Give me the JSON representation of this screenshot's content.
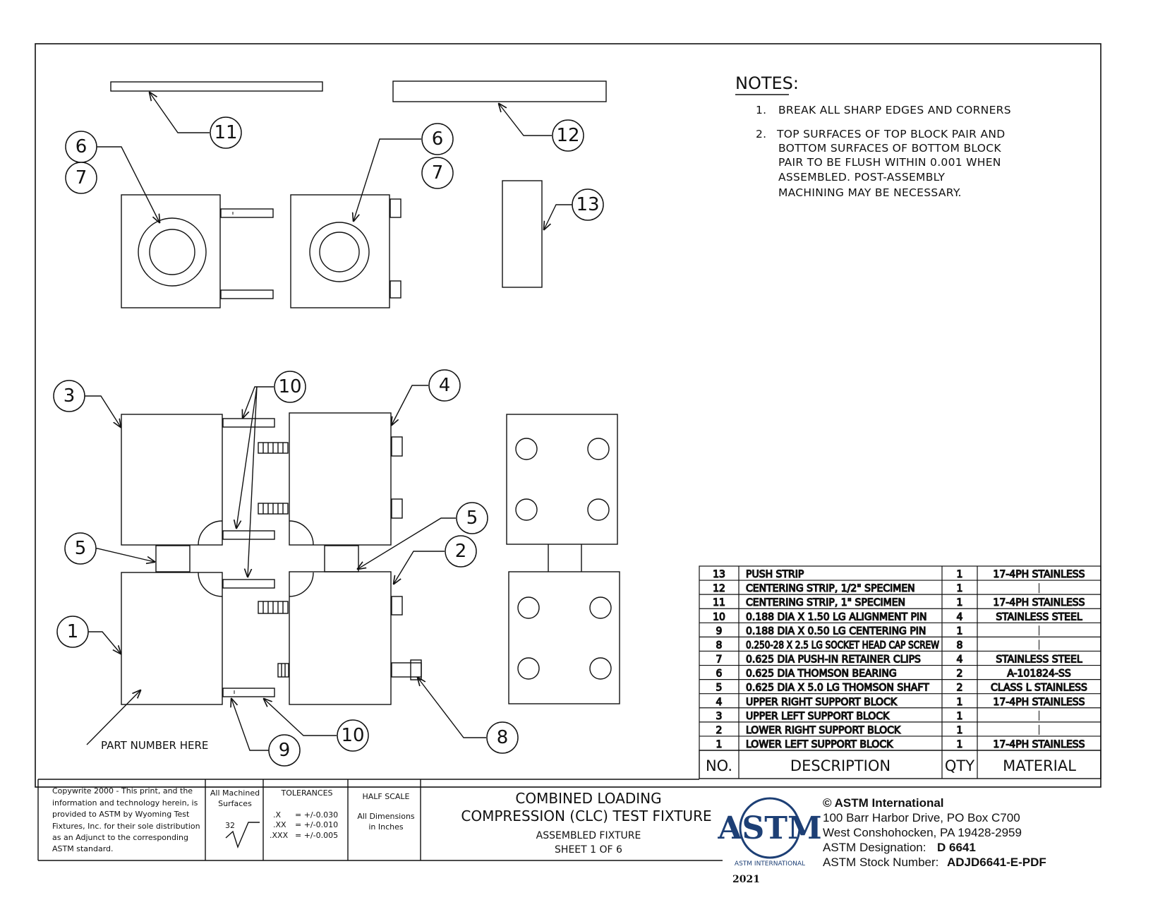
{
  "notes": {
    "title": "NOTES:",
    "items": [
      {
        "num": "1.",
        "lines": [
          "BREAK ALL SHARP EDGES AND CORNERS"
        ]
      },
      {
        "num": "2.",
        "lines": [
          "TOP SURFACES  OF TOP BLOCK PAIR AND",
          "BOTTOM SURFACES OF BOTTOM BLOCK",
          "PAIR TO BE FLUSH WITHIN 0.001 WHEN",
          "ASSEMBLED.  POST-ASSEMBLY",
          " MACHINING MAY BE NECESSARY."
        ]
      }
    ]
  },
  "balloons": {
    "b11": "11",
    "b12": "12",
    "b6a": "6",
    "b7a": "7",
    "b6b": "6",
    "b7b": "7",
    "b13": "13",
    "b3": "3",
    "b10a": "10",
    "b4": "4",
    "b5a": "5",
    "b2": "2",
    "b5b": "5",
    "b1": "1",
    "b10b": "10",
    "b9": "9",
    "b8": "8"
  },
  "part_number_label": "PART NUMBER HERE",
  "bom": {
    "header": {
      "no": "NO.",
      "description": "DESCRIPTION",
      "qty": "QTY",
      "material": "MATERIAL"
    },
    "rows": [
      {
        "no": "13",
        "description": "PUSH STRIP",
        "qty": "1",
        "material": "17-4PH STAINLESS"
      },
      {
        "no": "12",
        "description": "CENTERING STRIP, 1/2\" SPECIMEN",
        "qty": "1",
        "material": ""
      },
      {
        "no": "11",
        "description": "CENTERING STRIP, 1\" SPECIMEN",
        "qty": "1",
        "material": "17-4PH STAINLESS"
      },
      {
        "no": "10",
        "description": "0.188 DIA X 1.50 LG ALIGNMENT PIN",
        "qty": "4",
        "material": "STAINLESS STEEL"
      },
      {
        "no": "9",
        "description": "0.188 DIA X 0.50 LG CENTERING PIN",
        "qty": "1",
        "material": ""
      },
      {
        "no": "8",
        "description": "0.250-28 X 2.5 LG SOCKET HEAD CAP SCREW",
        "qty": "8",
        "material": ""
      },
      {
        "no": "7",
        "description": "0.625 DIA PUSH-IN RETAINER CLIPS",
        "qty": "4",
        "material": "STAINLESS STEEL"
      },
      {
        "no": "6",
        "description": "0.625 DIA THOMSON BEARING",
        "qty": "2",
        "material": "A-101824-SS"
      },
      {
        "no": "5",
        "description": "0.625 DIA X 5.0 LG THOMSON SHAFT",
        "qty": "2",
        "material": "CLASS L STAINLESS"
      },
      {
        "no": "4",
        "description": "UPPER RIGHT SUPPORT BLOCK",
        "qty": "1",
        "material": "17-4PH STAINLESS"
      },
      {
        "no": "3",
        "description": "UPPER LEFT SUPPORT BLOCK",
        "qty": "1",
        "material": ""
      },
      {
        "no": "2",
        "description": "LOWER RIGHT SUPPORT BLOCK",
        "qty": "1",
        "material": ""
      },
      {
        "no": "1",
        "description": "LOWER LEFT SUPPORT BLOCK",
        "qty": "1",
        "material": "17-4PH STAINLESS"
      }
    ]
  },
  "title_block": {
    "copyright_lines": [
      "Copywrite 2000 - This print, and the",
      "information and technology herein, is",
      "provided to ASTM by Wyoming Test",
      "Fixtures, Inc. for their sole distribution",
      "as an Adjunct to the corresponding",
      "ASTM standard."
    ],
    "machined": [
      "All Machined",
      "Surfaces"
    ],
    "finish": "32",
    "tolerances_title": "TOLERANCES",
    "tolerances": [
      {
        "label": ".X",
        "value": "= +/-0.030"
      },
      {
        "label": ".XX",
        "value": "= +/-0.010"
      },
      {
        "label": ".XXX",
        "value": "= +/-0.005"
      }
    ],
    "scale": "HALF SCALE",
    "dims": [
      "All Dimensions",
      "in Inches"
    ],
    "title_lines": [
      "COMBINED LOADING",
      "COMPRESSION (CLC) TEST FIXTURE"
    ],
    "subtitle_lines": [
      "ASSEMBLED FIXTURE",
      "SHEET 1 OF 6"
    ]
  },
  "astm": {
    "logo_caption": "ASTM INTERNATIONAL",
    "logo_letters": "ASTM",
    "year": "2021",
    "org": "© ASTM International",
    "addr1": "100 Barr Harbor Drive, PO Box C700",
    "addr2": "West Conshohocken, PA  19428-2959",
    "designation_label": "ASTM Designation:",
    "designation": "D 6641",
    "stock_label": "ASTM Stock Number:",
    "stock": "ADJD6641-E-PDF"
  }
}
